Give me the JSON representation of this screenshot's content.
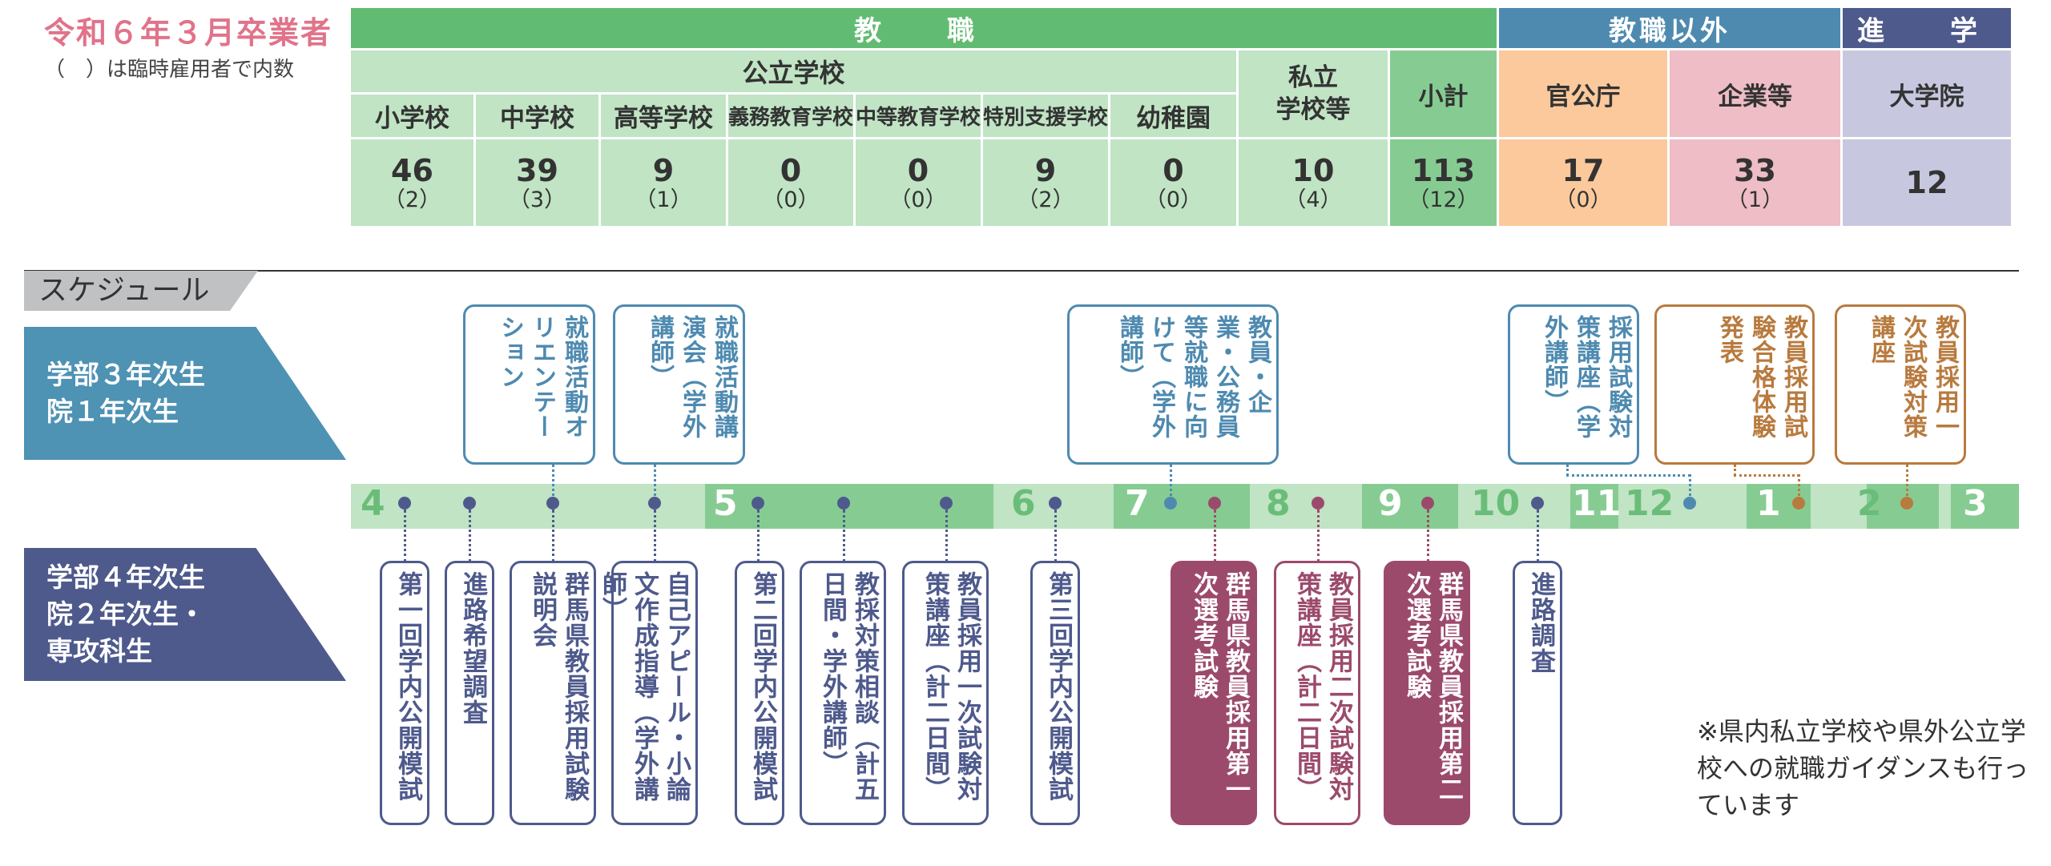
{
  "title": "令和６年３月卒業者",
  "subnote": "（　）は臨時雇用者で内数",
  "table": {
    "h_kyoshoku": "教　職",
    "h_igai": "教職以外",
    "h_shingaku": "進　学",
    "h_koritsu": "公立学校",
    "h_shiritsu": "私立\n学校等",
    "h_shokei": "小計",
    "h_kankocho": "官公庁",
    "h_kigyo": "企業等",
    "h_daigakuin": "大学院",
    "cols": [
      "小学校",
      "中学校",
      "高等学校",
      "義務教育学校",
      "中等教育学校",
      "特別支援学校",
      "幼稚園"
    ],
    "values": [
      {
        "n": "46",
        "p": "（2）"
      },
      {
        "n": "39",
        "p": "（3）"
      },
      {
        "n": "9",
        "p": "（1）"
      },
      {
        "n": "0",
        "p": "（0）"
      },
      {
        "n": "0",
        "p": "（0）"
      },
      {
        "n": "9",
        "p": "（2）"
      },
      {
        "n": "0",
        "p": "（0）"
      },
      {
        "n": "10",
        "p": "（4）"
      },
      {
        "n": "113",
        "p": "（12）"
      },
      {
        "n": "17",
        "p": "（0）"
      },
      {
        "n": "33",
        "p": "（1）"
      },
      {
        "n": "12",
        "p": ""
      }
    ]
  },
  "schedule": {
    "tab": "スケジュール",
    "group3": [
      "学部３年次生",
      "院１年次生"
    ],
    "group4": [
      "学部４年次生",
      "院２年次生・",
      "専攻科生"
    ],
    "months": [
      "4",
      "5",
      "6",
      "7",
      "8",
      "9",
      "10",
      "11",
      "12",
      "1",
      "2",
      "3"
    ],
    "top_events": [
      "就職活動オリエンテーション",
      "就職活動講演会（学外講師）",
      "教員・企業・公務員等就職に向けて（学外講師）",
      "採用試験対策講座（学外講師）",
      "教員採用試験合格体験発表",
      "教員採用一次試験対策講座"
    ],
    "bottom_events": [
      "第一回学内公開模試",
      "進路希望調査",
      "群馬県教員採用試験説明会",
      "自己アピール・小論文作成指導（学外講師）",
      "第二回学内公開模試",
      "教採対策相談（計五日間・学外講師）",
      "教員採用一次試験対策講座（計二日間）",
      "第三回学内公開模試",
      "群馬県教員採用第一次選考試験",
      "教員採用二次試験対策講座（計二日間）",
      "群馬県教員採用第二次選考試験",
      "進路調査"
    ],
    "note": "※県内私立学校や県外公立学校への就職ガイダンスも行っています"
  },
  "colors": {
    "green_dark": "#62bb72",
    "green_mid": "#86cc92",
    "green_light": "#c0e4c4",
    "blue": "#4e8ab0",
    "orange": "#fbc99c",
    "pink": "#eebdc6",
    "lavender": "#c7c8df",
    "navy": "#4e5a8c",
    "maroon": "#9c4a6c",
    "brown": "#b87a3e",
    "title_pink": "#e0738a"
  }
}
